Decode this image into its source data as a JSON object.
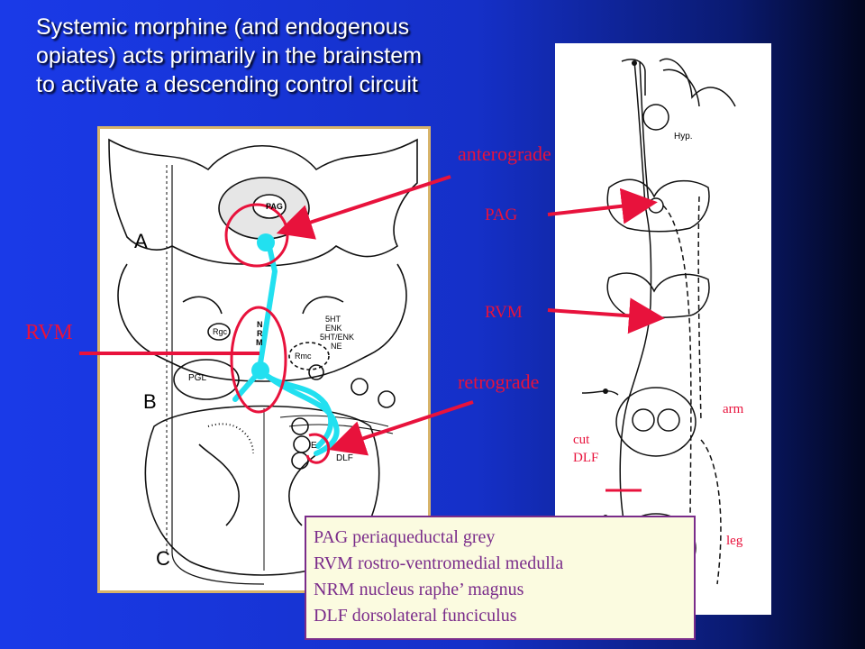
{
  "title": {
    "line1": "Systemic  morphine (and endogenous",
    "line2": "opiates) acts primarily in the brainstem",
    "line3": "to activate a descending control circuit"
  },
  "left_diagram": {
    "labels": {
      "pag": "PAG",
      "a": "A",
      "b": "B",
      "c": "C",
      "rgc": "Rgc",
      "nrm_n": "N",
      "nrm_r": "R",
      "nrm_m": "M",
      "rmc": "Rmc",
      "pgl": "PGL",
      "e": "E",
      "dlf": "DLF",
      "nt1": "5HT",
      "nt2": "ENK",
      "nt3": "5HT/ENK",
      "nt4": "NE"
    }
  },
  "annotations": {
    "anterograde": "anterograde",
    "retrograde": "retrograde",
    "rvm_left": "RVM"
  },
  "right_diagram": {
    "hyp": "Hyp.",
    "pag": "PAG",
    "rvm": "RVM",
    "arm": "arm",
    "leg": "leg",
    "cut": "cut",
    "dlf": "DLF"
  },
  "legend": [
    "PAG  periaqueductal grey",
    "RVM  rostro-ventromedial medulla",
    "NRM  nucleus raphe’ magnus",
    "DLF   dorsolateral funciculus"
  ],
  "colors": {
    "arrow_red": "#e8123c",
    "pathway_cyan": "#22e0f0",
    "legend_text": "#7a2c8a"
  }
}
